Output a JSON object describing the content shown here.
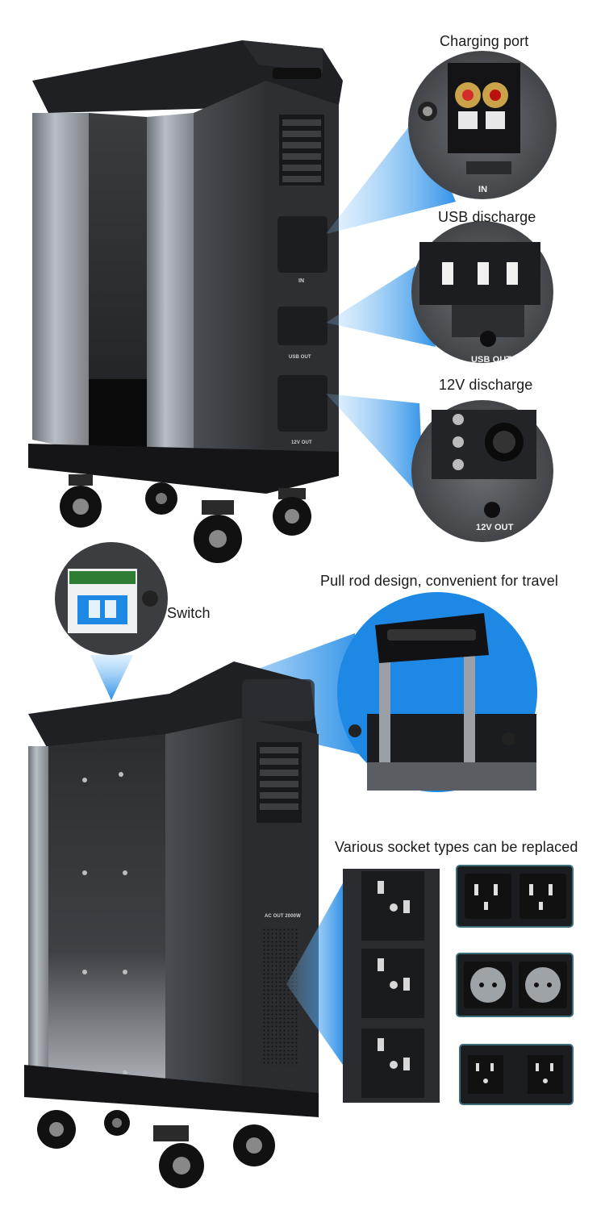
{
  "labels": {
    "charging_port": "Charging port",
    "usb_discharge": "USB discharge",
    "dc12_discharge": "12V discharge",
    "switch": "Switch",
    "pull_rod": "Pull rod design, convenient for travel",
    "socket_types": "Various socket types can be replaced"
  },
  "device_text": {
    "in": "IN",
    "usb_out": "USB OUT",
    "v12_out": "12V OUT",
    "ac_out": "AC OUT 2000W"
  },
  "colors": {
    "callout_blue": "#1e88e5",
    "body_dark": "#2a2a2c",
    "panel_gray": "#8a8f96",
    "bg": "#ffffff"
  }
}
